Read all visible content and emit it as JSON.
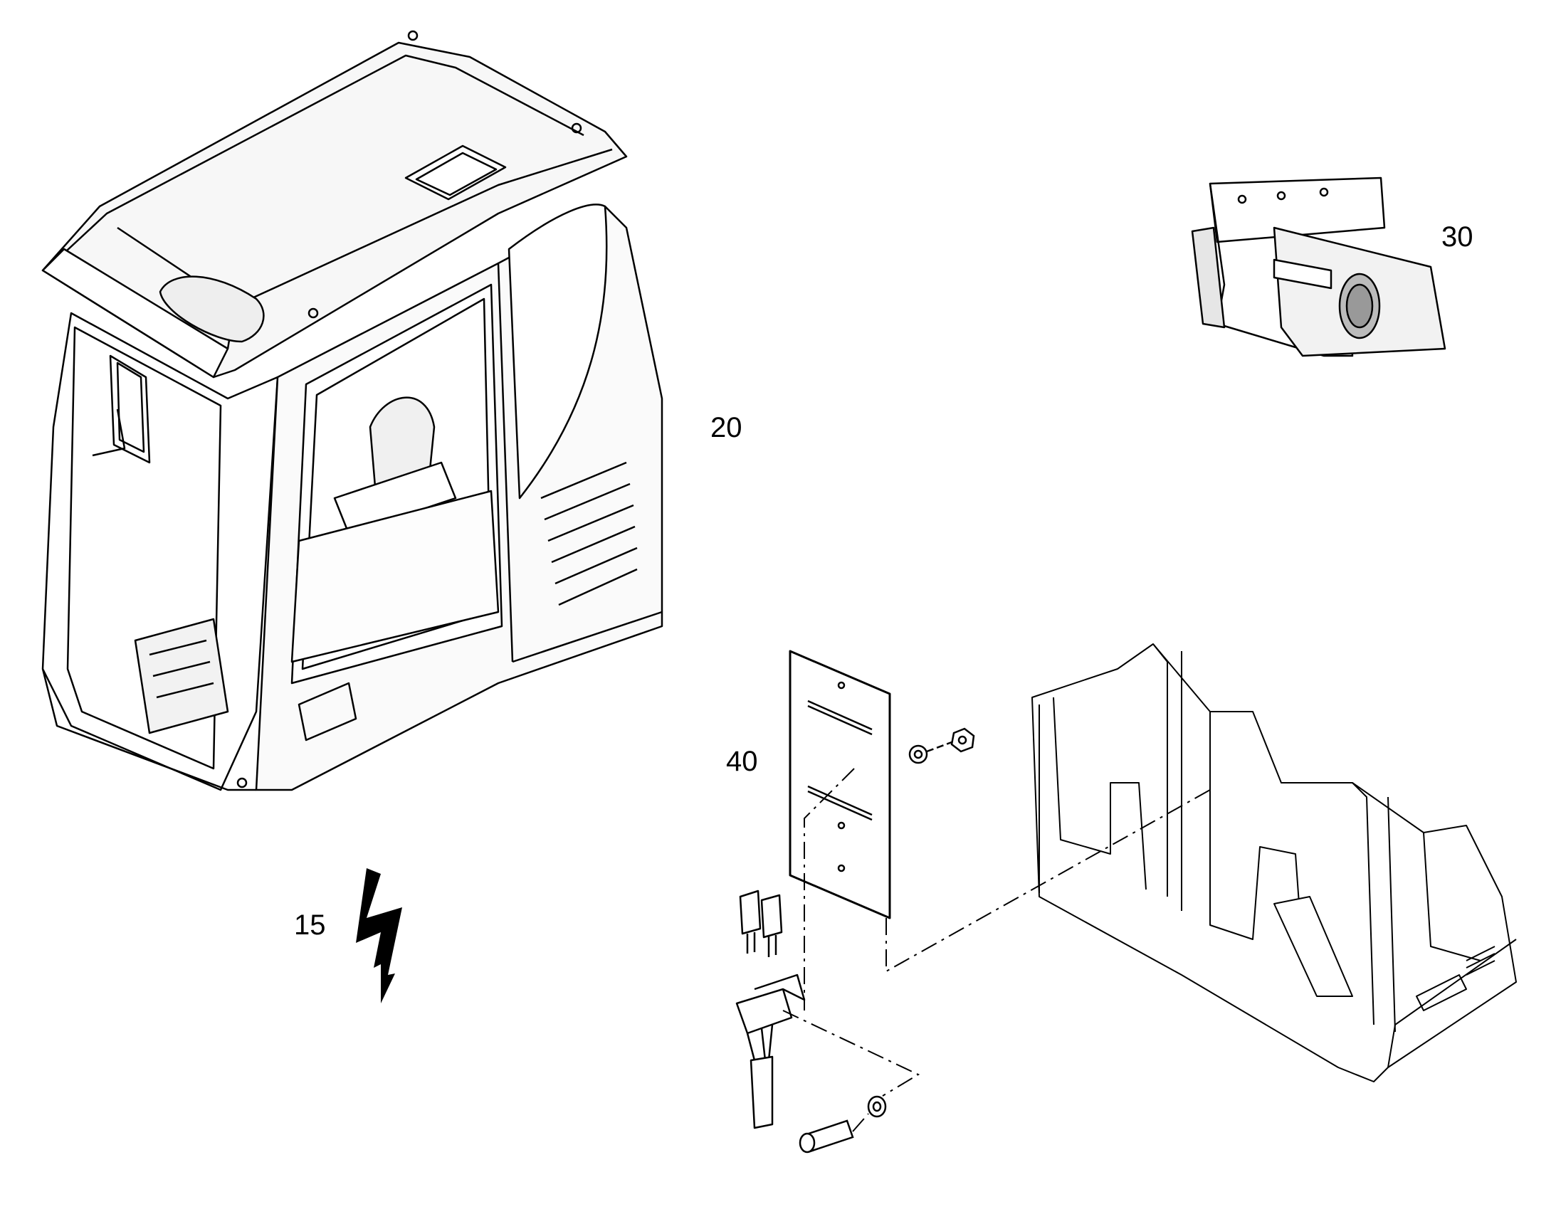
{
  "diagram": {
    "callouts": [
      {
        "id": "15",
        "label": "15"
      },
      {
        "id": "20",
        "label": "20"
      },
      {
        "id": "30",
        "label": "30"
      },
      {
        "id": "40",
        "label": "40"
      }
    ],
    "components": [
      {
        "callout": "15",
        "icon": "lightning-bolt-icon"
      },
      {
        "callout": "20",
        "icon": "operator-cab-icon"
      },
      {
        "callout": "30",
        "icon": "camera-icon"
      },
      {
        "callout": "40",
        "icon": "mounting-plate-icon"
      }
    ]
  }
}
